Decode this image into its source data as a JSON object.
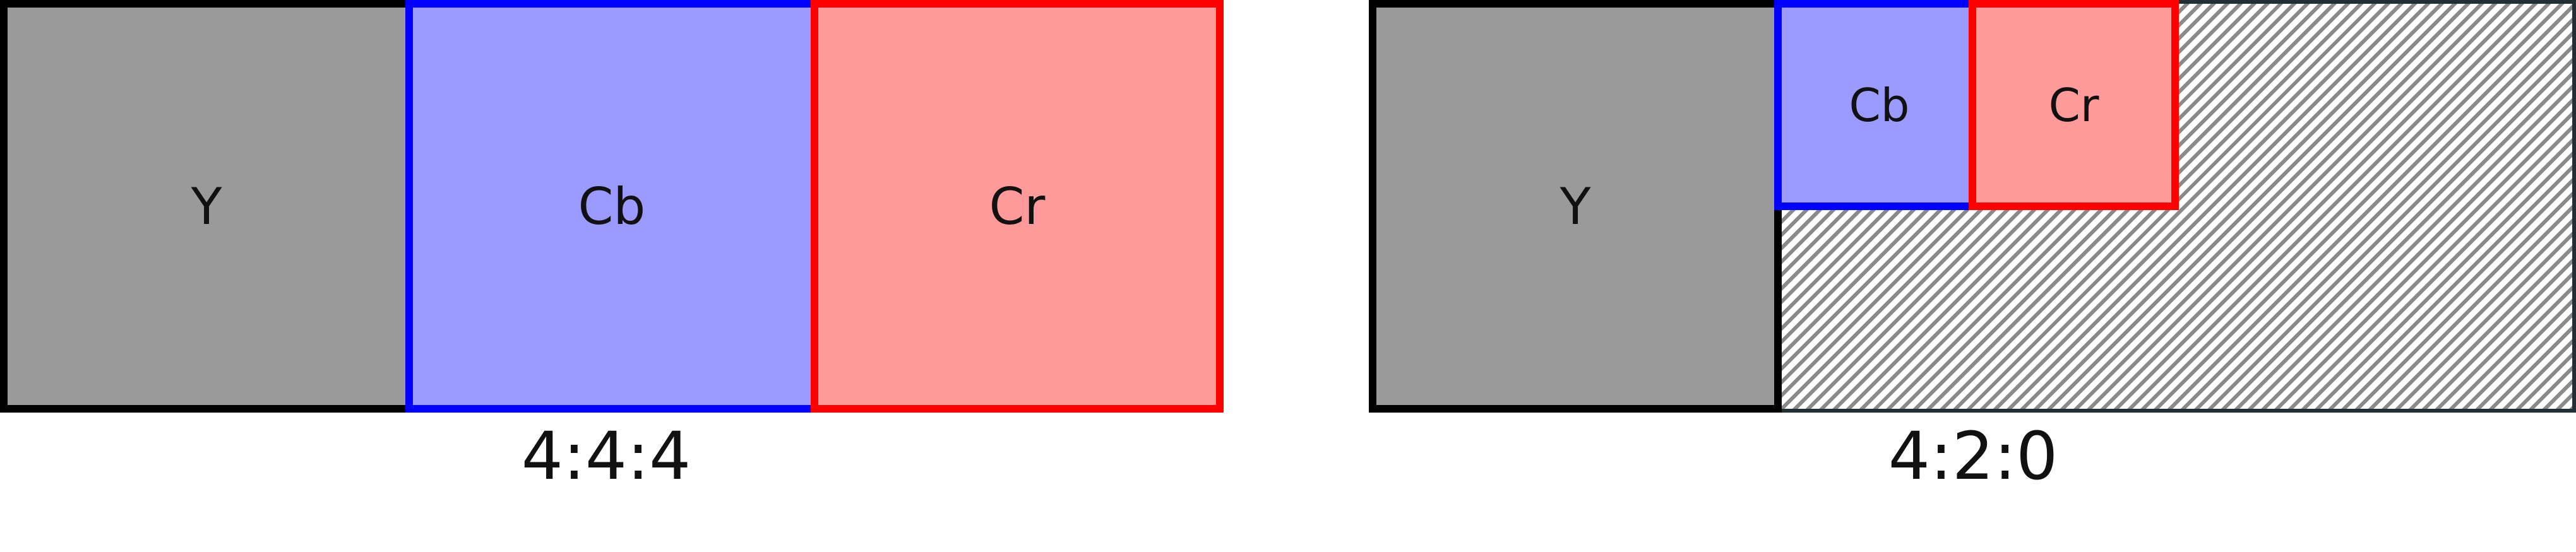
{
  "diagrams": [
    {
      "caption": "4:4:4",
      "planes": {
        "y": "Y",
        "cb": "Cb",
        "cr": "Cr"
      }
    },
    {
      "caption": "4:2:0",
      "planes": {
        "y": "Y",
        "cb": "Cb",
        "cr": "Cr"
      }
    }
  ],
  "colors": {
    "luma_fill": "#9a9a9a",
    "luma_border": "#000000",
    "cb_fill": "#9b9bff",
    "cb_border": "#0000ff",
    "cr_fill": "#ff9a9a",
    "cr_border": "#ff0000",
    "hatch": "#8a8a8a"
  }
}
